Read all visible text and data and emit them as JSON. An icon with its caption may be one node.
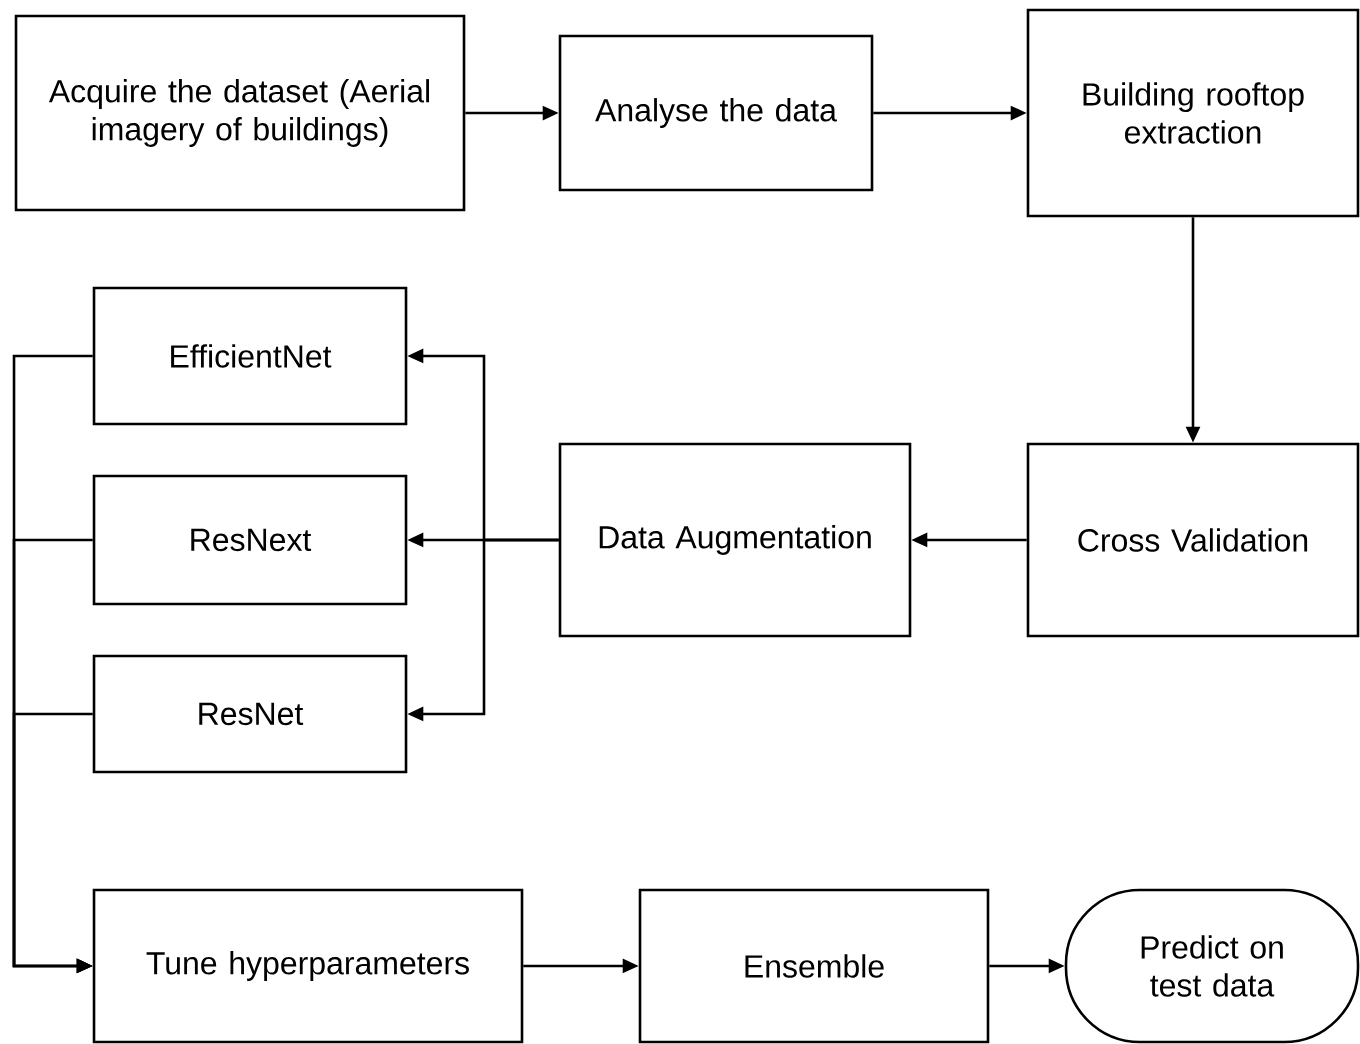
{
  "diagram": {
    "nodes": [
      {
        "text": [
          "Acquire the dataset (Aerial imagery of buildings)"
        ]
      },
      {
        "text": [
          "Analyse the data"
        ]
      },
      {
        "text": [
          "Building rooftop extraction"
        ]
      },
      {
        "text": [
          "Cross Validation"
        ]
      },
      {
        "text": [
          "Data Augmentation"
        ]
      },
      {
        "text": [
          "EfficientNet"
        ]
      },
      {
        "text": [
          "ResNext"
        ]
      },
      {
        "text": [
          "ResNet"
        ]
      },
      {
        "text": [
          "Tune hyperparameters"
        ]
      },
      {
        "text": [
          "Ensemble"
        ]
      },
      {
        "text": [
          "Predict on test data"
        ]
      }
    ],
    "edges": [
      {
        "from": 0,
        "to": 1,
        "arrow": "to"
      },
      {
        "from": 1,
        "to": 2,
        "arrow": "to"
      },
      {
        "from": 2,
        "to": 3,
        "arrow": "to"
      },
      {
        "from": 3,
        "to": 4,
        "arrow": "to"
      },
      {
        "from": 4,
        "to": 5,
        "arrow": "to"
      },
      {
        "from": 4,
        "to": 6,
        "arrow": "to"
      },
      {
        "from": 4,
        "to": 7,
        "arrow": "to"
      },
      {
        "from": 5,
        "to": 8,
        "arrow": "to"
      },
      {
        "from": 6,
        "to": 8,
        "arrow": "to"
      },
      {
        "from": 7,
        "to": 8,
        "arrow": "to"
      },
      {
        "from": 8,
        "to": 9,
        "arrow": "to"
      },
      {
        "from": 9,
        "to": 10,
        "arrow": "to"
      }
    ]
  }
}
